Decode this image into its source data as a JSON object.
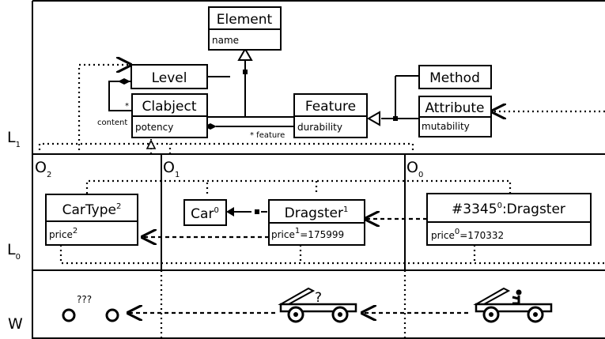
{
  "levels": {
    "l1": "L",
    "l1_sub": "1",
    "l0": "L",
    "l0_sub": "0",
    "w": "W"
  },
  "ontology": {
    "o2": "O",
    "o2_sub": "2",
    "o1": "O",
    "o1_sub": "1",
    "o0": "O",
    "o0_sub": "0"
  },
  "metamodel": {
    "element": {
      "title": "Element",
      "attr": "name"
    },
    "level": {
      "title": "Level"
    },
    "clabject": {
      "title": "Clabject",
      "attr": "potency"
    },
    "feature": {
      "title": "Feature",
      "attr": "durability"
    },
    "method": {
      "title": "Method"
    },
    "attribute": {
      "title": "Attribute",
      "attr": "mutability"
    },
    "content_label": "content",
    "content_mult": "*",
    "feature_label": "* feature"
  },
  "model": {
    "cartype": {
      "title": "CarType",
      "sup": "2",
      "attr": "price",
      "attr_sup": "2"
    },
    "car": {
      "title": "Car",
      "sup": "0"
    },
    "dragster": {
      "title": "Dragster",
      "sup": "1",
      "attr_name": "price",
      "attr_sup": "1",
      "attr_val": "=175999"
    },
    "instance": {
      "id": "#3345",
      "sup": "0",
      "type": ":Dragster",
      "attr_name": "price",
      "attr_sup": "0",
      "attr_val": "=170332"
    }
  },
  "world": {
    "unknown": "???",
    "question": "?"
  }
}
